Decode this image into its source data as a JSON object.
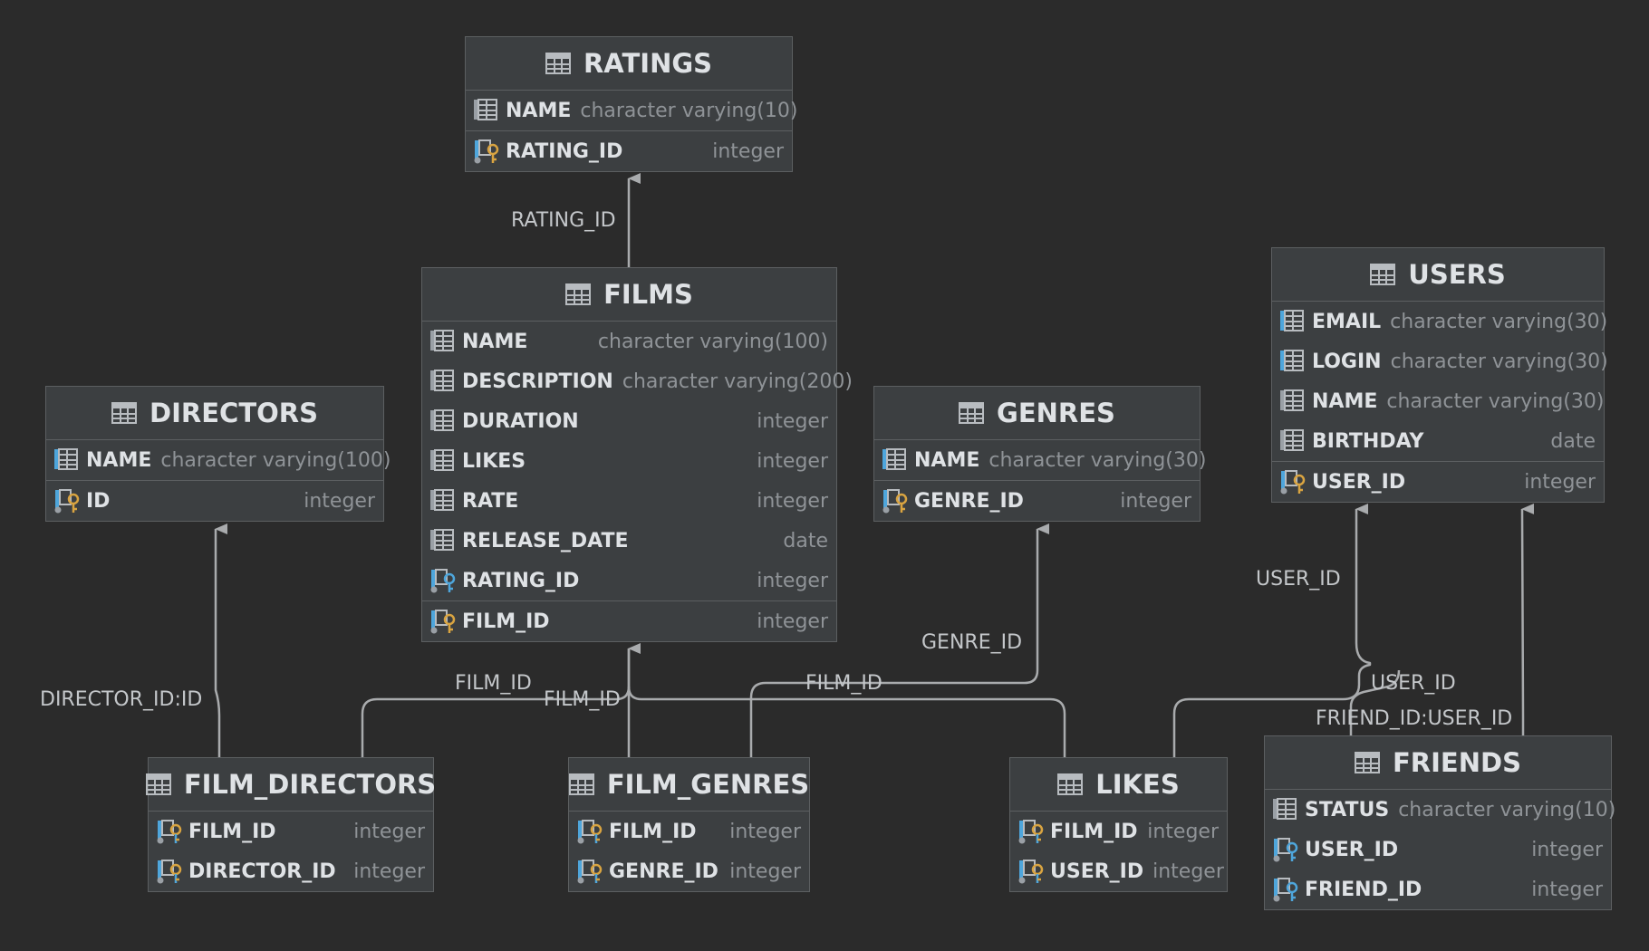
{
  "tables": {
    "ratings": {
      "title": "RATINGS",
      "columns": [
        {
          "name": "NAME",
          "type": "character varying(10)",
          "kind": "column"
        },
        {
          "name": "RATING_ID",
          "type": "integer",
          "kind": "pk"
        }
      ]
    },
    "films": {
      "title": "FILMS",
      "columns": [
        {
          "name": "NAME",
          "type": "character varying(100)",
          "kind": "column"
        },
        {
          "name": "DESCRIPTION",
          "type": "character varying(200)",
          "kind": "column"
        },
        {
          "name": "DURATION",
          "type": "integer",
          "kind": "column"
        },
        {
          "name": "LIKES",
          "type": "integer",
          "kind": "column"
        },
        {
          "name": "RATE",
          "type": "integer",
          "kind": "column"
        },
        {
          "name": "RELEASE_DATE",
          "type": "date",
          "kind": "column"
        },
        {
          "name": "RATING_ID",
          "type": "integer",
          "kind": "fk"
        },
        {
          "name": "FILM_ID",
          "type": "integer",
          "kind": "pk"
        }
      ]
    },
    "directors": {
      "title": "DIRECTORS",
      "columns": [
        {
          "name": "NAME",
          "type": "character varying(100)",
          "kind": "column"
        },
        {
          "name": "ID",
          "type": "integer",
          "kind": "pk"
        }
      ]
    },
    "genres": {
      "title": "GENRES",
      "columns": [
        {
          "name": "NAME",
          "type": "character varying(30)",
          "kind": "column"
        },
        {
          "name": "GENRE_ID",
          "type": "integer",
          "kind": "pk"
        }
      ]
    },
    "users": {
      "title": "USERS",
      "columns": [
        {
          "name": "EMAIL",
          "type": "character varying(30)",
          "kind": "column"
        },
        {
          "name": "LOGIN",
          "type": "character varying(30)",
          "kind": "column"
        },
        {
          "name": "NAME",
          "type": "character varying(30)",
          "kind": "column"
        },
        {
          "name": "BIRTHDAY",
          "type": "date",
          "kind": "column"
        },
        {
          "name": "USER_ID",
          "type": "integer",
          "kind": "pk"
        }
      ]
    },
    "film_directors": {
      "title": "FILM_DIRECTORS",
      "columns": [
        {
          "name": "FILM_ID",
          "type": "integer",
          "kind": "pkfk"
        },
        {
          "name": "DIRECTOR_ID",
          "type": "integer",
          "kind": "pkfk"
        }
      ]
    },
    "film_genres": {
      "title": "FILM_GENRES",
      "columns": [
        {
          "name": "FILM_ID",
          "type": "integer",
          "kind": "pkfk"
        },
        {
          "name": "GENRE_ID",
          "type": "integer",
          "kind": "pkfk"
        }
      ]
    },
    "likes": {
      "title": "LIKES",
      "columns": [
        {
          "name": "FILM_ID",
          "type": "integer",
          "kind": "pkfk"
        },
        {
          "name": "USER_ID",
          "type": "integer",
          "kind": "pkfk"
        }
      ]
    },
    "friends": {
      "title": "FRIENDS",
      "columns": [
        {
          "name": "STATUS",
          "type": "character varying(10)",
          "kind": "column"
        },
        {
          "name": "USER_ID",
          "type": "integer",
          "kind": "fk"
        },
        {
          "name": "FRIEND_ID",
          "type": "integer",
          "kind": "fk"
        }
      ]
    }
  },
  "relationships": [
    {
      "from": "FILMS",
      "to": "RATINGS",
      "label": "RATING_ID"
    },
    {
      "from": "FILM_DIRECTORS",
      "to": "DIRECTORS",
      "label": "DIRECTOR_ID:ID"
    },
    {
      "from": "FILM_DIRECTORS",
      "to": "FILMS",
      "label": "FILM_ID"
    },
    {
      "from": "FILM_GENRES",
      "to": "FILMS",
      "label": "FILM_ID"
    },
    {
      "from": "FILM_GENRES",
      "to": "GENRES",
      "label": "GENRE_ID"
    },
    {
      "from": "LIKES",
      "to": "FILMS",
      "label": "FILM_ID"
    },
    {
      "from": "LIKES",
      "to": "USERS",
      "label": "USER_ID"
    },
    {
      "from": "FRIENDS",
      "to": "USERS",
      "label": "USER_ID"
    },
    {
      "from": "FRIENDS",
      "to": "USERS",
      "label": "FRIEND_ID:USER_ID"
    }
  ],
  "colors": {
    "background": "#2b2b2b",
    "table_fill": "#3c3f41",
    "edge": "#a9abad",
    "key_gold": "#d9a441",
    "fk_blue": "#4ea6dc"
  }
}
